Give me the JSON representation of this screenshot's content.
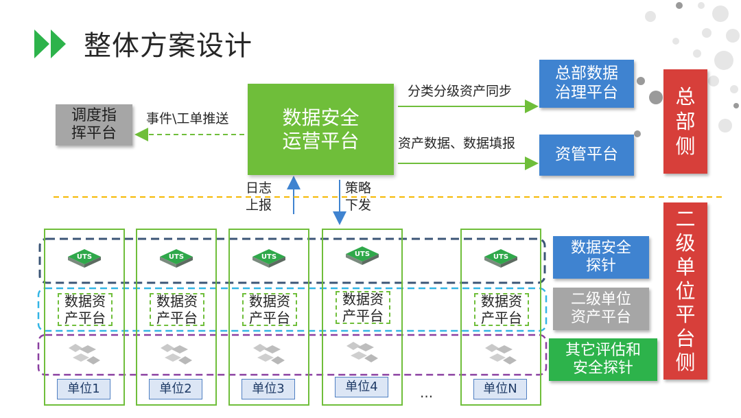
{
  "title": "整体方案设计",
  "center_box": "数据安全\n运营平台",
  "dispatch_box": "调度指\n挥平台",
  "hq_governance_box": "总部数据\n治理平台",
  "asset_mgmt_box": "资管平台",
  "labels": {
    "events_push": "事件\\工单推送",
    "classify_sync": "分类分级资产同步",
    "asset_report": "资产数据、数据填报",
    "log_upload": "日志\n上报",
    "policy_push": "策略\n下发"
  },
  "side_hq": "总\n部\n侧",
  "side_sub": "二\n级\n单\n位\n平\n台\n侧",
  "legend": {
    "probe": "数据安全\n探针",
    "sub_asset": "二级单位\n资产平台",
    "other": "其它评估和\n安全探针"
  },
  "device_label": "UTS",
  "unit_asset_label": "数据资\n产平台",
  "units": [
    "单位1",
    "单位2",
    "单位3",
    "单位4",
    "单位N"
  ],
  "ellipsis": "...",
  "colors": {
    "green": "#6fbe3a",
    "blue": "#3f83d0",
    "red": "#d73f3a",
    "gray": "#a6a6a6",
    "bright_green": "#2db34b",
    "dash_orange": "#f5b800",
    "dash_navy": "#3b5576",
    "dash_cyan": "#33b5e5",
    "dash_purple": "#8a3fa0"
  }
}
